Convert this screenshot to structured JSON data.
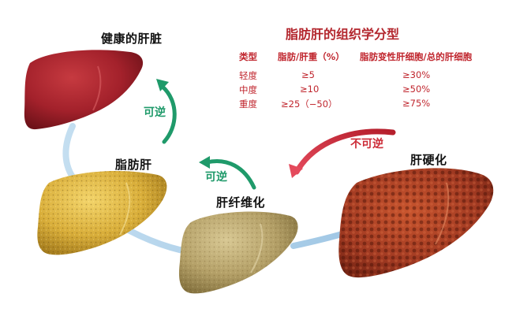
{
  "stages": {
    "healthy": "健康的肝脏",
    "fatty": "脂肪肝",
    "fibrosis": "肝纤维化",
    "cirrhosis": "肝硬化"
  },
  "arrows": {
    "reversible_top": "可逆",
    "reversible_mid": "可逆",
    "irreversible": "不可逆"
  },
  "table": {
    "title": "脂肪肝的组织学分型",
    "headers": [
      "类型",
      "脂肪/肝重（%）",
      "脂肪变性肝细胞/总的肝细胞"
    ],
    "rows": [
      [
        "轻度",
        "≥5",
        "≥30%"
      ],
      [
        "中度",
        "≥10",
        "≥50%"
      ],
      [
        "重度",
        "≥25（−50）",
        "≥75%"
      ]
    ]
  },
  "colors": {
    "healthy_liver": "#a3212b",
    "fatty_liver": "#d9ae3a",
    "fibrosis_liver": "#b4a068",
    "cirrhosis_liver": "#a13a22",
    "reversible_arrow": "#1f9a6a",
    "irreversible_arrow": "#cc2a36",
    "path": "#a9cce8",
    "table_text": "#c0262e"
  }
}
